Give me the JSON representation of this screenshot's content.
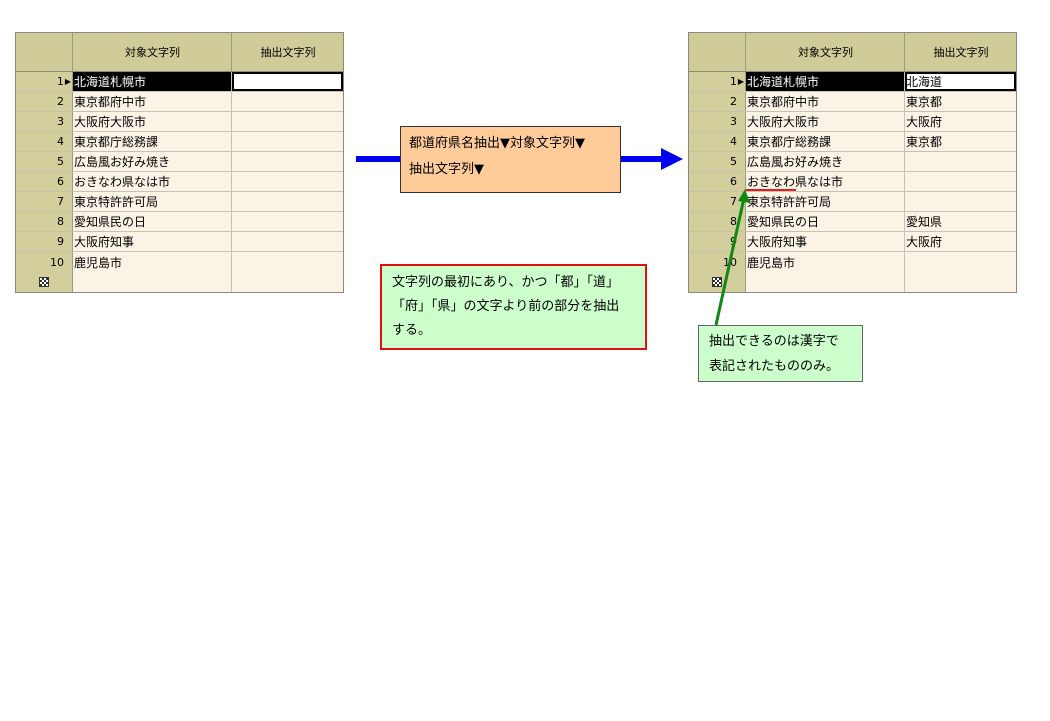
{
  "grid_before": {
    "headers": [
      "対象文字列",
      "抽出文字列"
    ],
    "rows": [
      {
        "num": "1",
        "target": "北海道札幌市",
        "extract": ""
      },
      {
        "num": "2",
        "target": "東京都府中市",
        "extract": ""
      },
      {
        "num": "3",
        "target": "大阪府大阪市",
        "extract": ""
      },
      {
        "num": "4",
        "target": "東京都庁総務課",
        "extract": ""
      },
      {
        "num": "5",
        "target": "広島風お好み焼き",
        "extract": ""
      },
      {
        "num": "6",
        "target": "おきなわ県なは市",
        "extract": ""
      },
      {
        "num": "7",
        "target": "東京特許許可局",
        "extract": ""
      },
      {
        "num": "8",
        "target": "愛知県民の日",
        "extract": ""
      },
      {
        "num": "9",
        "target": "大阪府知事",
        "extract": ""
      },
      {
        "num": "10",
        "target": "鹿児島市",
        "extract": ""
      }
    ]
  },
  "grid_after": {
    "headers": [
      "対象文字列",
      "抽出文字列"
    ],
    "rows": [
      {
        "num": "1",
        "target": "北海道札幌市",
        "extract": "北海道"
      },
      {
        "num": "2",
        "target": "東京都府中市",
        "extract": "東京都"
      },
      {
        "num": "3",
        "target": "大阪府大阪市",
        "extract": "大阪府"
      },
      {
        "num": "4",
        "target": "東京都庁総務課",
        "extract": "東京都"
      },
      {
        "num": "5",
        "target": "広島風お好み焼き",
        "extract": ""
      },
      {
        "num": "6",
        "target": "おきなわ県なは市",
        "extract": ""
      },
      {
        "num": "7",
        "target": "東京特許許可局",
        "extract": ""
      },
      {
        "num": "8",
        "target": "愛知県民の日",
        "extract": "愛知県"
      },
      {
        "num": "9",
        "target": "大阪府知事",
        "extract": "大阪府"
      },
      {
        "num": "10",
        "target": "鹿児島市",
        "extract": ""
      }
    ]
  },
  "process_box": {
    "line1": "都道府県名抽出▼対象文字列▼",
    "line2": "抽出文字列▼"
  },
  "note_rule": {
    "line1": "文字列の最初にあり、かつ「都」「道」",
    "line2": "「府」「県」の文字より前の部分を抽出",
    "line3": "する。"
  },
  "note_kanji": {
    "line1": "抽出できるのは漢字で",
    "line2": "表記されたもののみ。"
  },
  "colors": {
    "arrow": "#0000ee",
    "callout_line": "#118811",
    "highlight_underline": "#e02020"
  }
}
